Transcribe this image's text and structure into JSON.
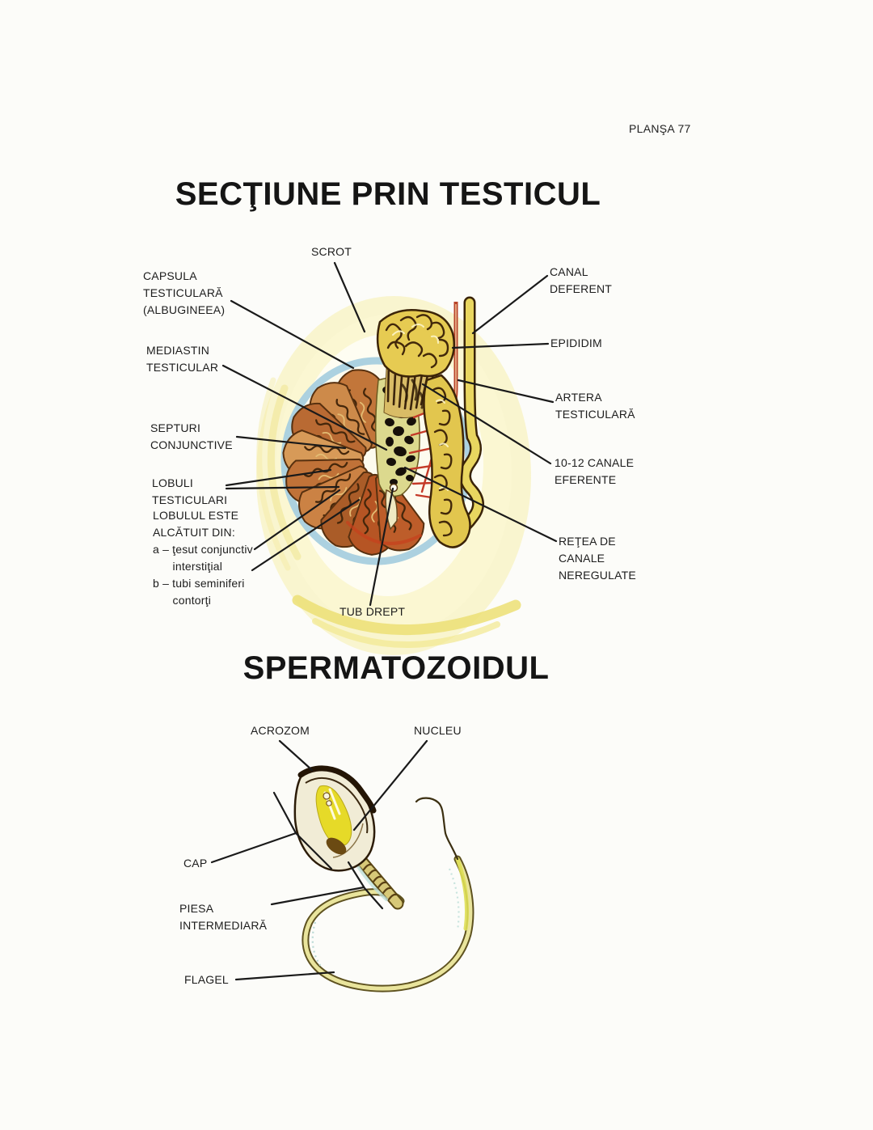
{
  "page": {
    "plate_number": "PLANŞA 77"
  },
  "figure1": {
    "title": "SECŢIUNE PRIN TESTICUL",
    "labels": {
      "scrot": "SCROT",
      "capsula": "CAPSULA\nTESTICULARĂ\n(ALBUGINEEA)",
      "mediastin": "MEDIASTIN\nTESTICULAR",
      "septuri": "SEPTURI\nCONJUNCTIVE",
      "lobuli": "LOBULI\nTESTICULARI",
      "lobul_note": "LOBULUL ESTE\nALCĂTUIT DIN:\na – ţesut conjunctiv\n      interstiţial\nb – tubi seminiferi\n      contorţi",
      "tub_drept": "TUB DREPT",
      "canal_deferent": "CANAL\nDEFERENT",
      "epididim": "EPIDIDIM",
      "artera": "ARTERA\nTESTICULARĂ",
      "canale_eferente": "10-12 CANALE\nEFERENTE",
      "retea": "REŢEA DE\nCANALE\nNEREGULATE"
    }
  },
  "figure2": {
    "title": "SPERMATOZOIDUL",
    "labels": {
      "acrozom": "ACROZOM",
      "nucleu": "NUCLEU",
      "cap": "CAP",
      "piesa": "PIESA\nINTERMEDIARĂ",
      "flagel": "FLAGEL"
    }
  },
  "colors": {
    "scrotum_glow": "#f6efad",
    "capsule_blue": "#a8cfe0",
    "lobule_orange": "#c2763a",
    "epididymis_yellow": "#e2c64e",
    "artery_red": "#c03524",
    "ink": "#1d1d1d"
  }
}
